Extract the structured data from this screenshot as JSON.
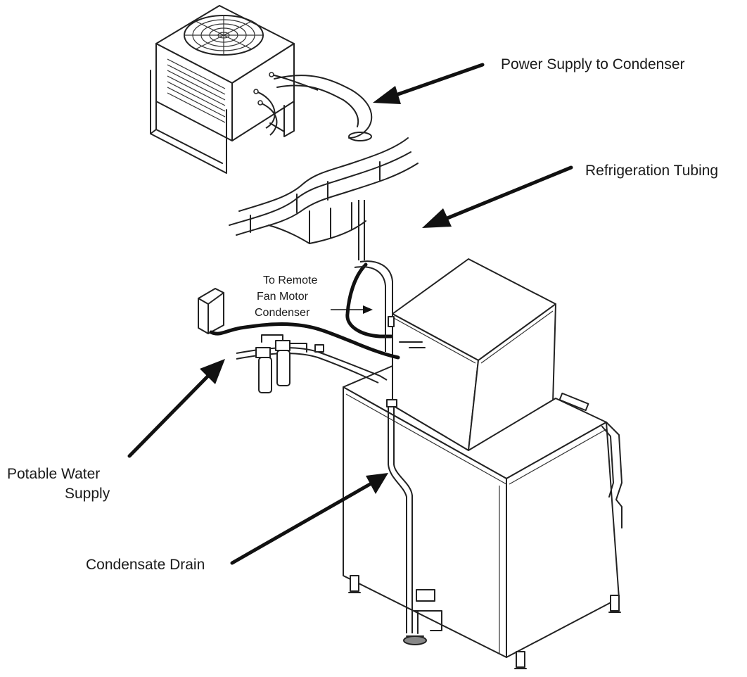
{
  "labels": {
    "power_supply": "Power Supply to Condenser",
    "refrigeration_tubing": "Refrigeration Tubing",
    "to_remote_line1": "To Remote",
    "to_remote_line2": "Fan Motor",
    "to_remote_line3": "Condenser",
    "potable_water_line1": "Potable Water",
    "potable_water_line2": "Supply",
    "condensate_drain": "Condensate Drain"
  }
}
